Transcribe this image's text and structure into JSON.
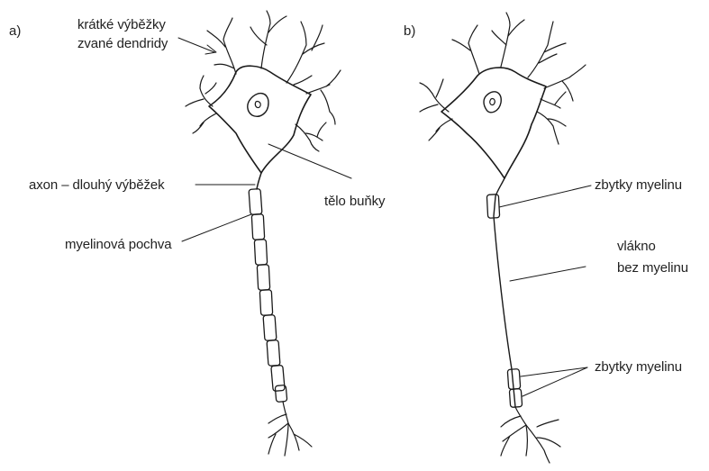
{
  "panels": [
    {
      "id": "a",
      "label": "a)"
    },
    {
      "id": "b",
      "label": "b)"
    }
  ],
  "labels": {
    "a": {
      "dendrites_line1": "krátké výběžky",
      "dendrites_line2": "zvané dendridy",
      "axon": "axon – dlouhý výběžek",
      "cell_body": "tělo buňky",
      "myelin_sheath": "myelinová pochva"
    },
    "b": {
      "myelin_remnants_top": "zbytky myelinu",
      "fiber_line1": "vlákno",
      "fiber_line2": "bez myelinu",
      "myelin_remnants_bottom": "zbytky myelinu"
    }
  },
  "style": {
    "line_color": "#1a1a1a",
    "text_color": "#222222",
    "background": "#ffffff"
  }
}
